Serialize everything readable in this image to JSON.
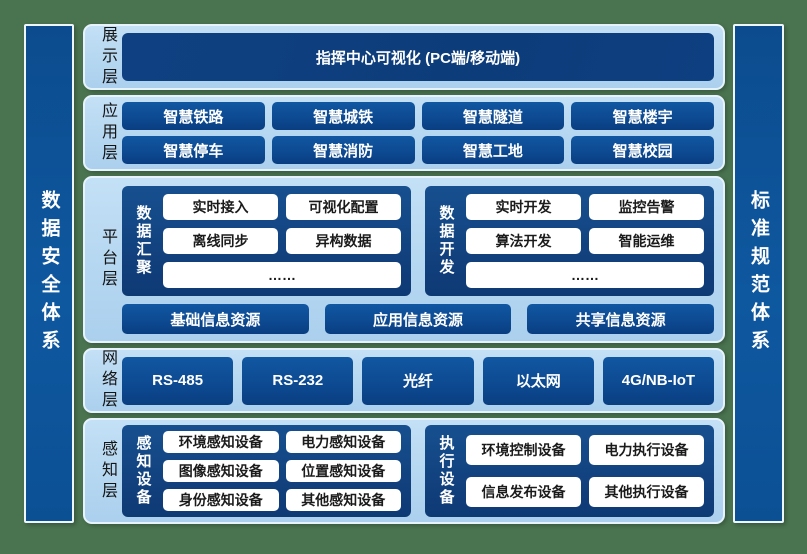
{
  "side_bars": {
    "left": "数据安全体系",
    "right": "标准规范体系"
  },
  "display_layer": {
    "label": "展示层",
    "main_box": "指挥中心可视化 (PC端/移动端)"
  },
  "application_layer": {
    "label": "应用层",
    "items": [
      "智慧铁路",
      "智慧城铁",
      "智慧隧道",
      "智慧楼宇",
      "智慧停车",
      "智慧消防",
      "智慧工地",
      "智慧校园"
    ]
  },
  "platform_layer": {
    "label": "平台层",
    "groups": [
      {
        "label": "数据汇聚",
        "items": [
          "实时接入",
          "可视化配置",
          "离线同步",
          "异构数据"
        ],
        "ellipsis": "……"
      },
      {
        "label": "数据开发",
        "items": [
          "实时开发",
          "监控告警",
          "算法开发",
          "智能运维"
        ],
        "ellipsis": "……"
      }
    ],
    "resources": [
      "基础信息资源",
      "应用信息资源",
      "共享信息资源"
    ]
  },
  "network_layer": {
    "label": "网络层",
    "items": [
      "RS-485",
      "RS-232",
      "光纤",
      "以太网",
      "4G/NB-IoT"
    ]
  },
  "perception_layer": {
    "label": "感知层",
    "groups": [
      {
        "label": "感知设备",
        "items": [
          "环境感知设备",
          "电力感知设备",
          "图像感知设备",
          "位置感知设备",
          "身份感知设备",
          "其他感知设备"
        ]
      },
      {
        "label": "执行设备",
        "items": [
          "环境控制设备",
          "电力执行设备",
          "信息发布设备",
          "其他执行设备"
        ]
      }
    ]
  },
  "colors": {
    "background_green": "#4a7450",
    "panel_light_blue": "#b4d6f0",
    "navy_box": "#0d4a92",
    "display_box_navy": "#0d3c7a",
    "group_box_navy": "#113f7c",
    "sidebar_blue": "#0d5496",
    "white_box": "#ffffff"
  }
}
